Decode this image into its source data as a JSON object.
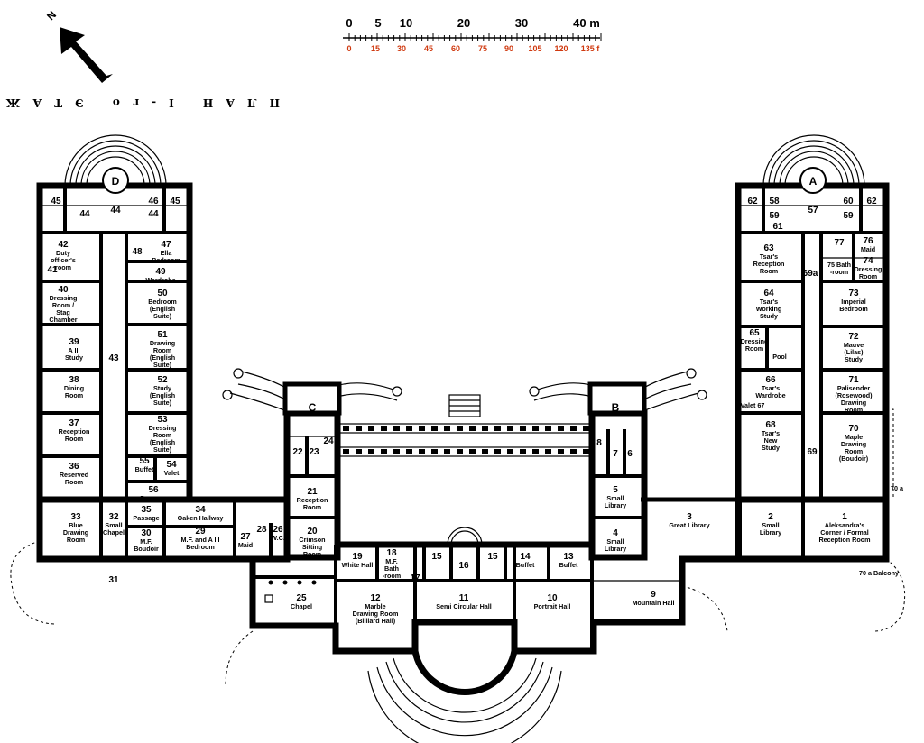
{
  "title": "ПЛАН I-го ЭТАЖА",
  "compass": {
    "label": "N",
    "icon": "north-arrow-icon"
  },
  "scale": {
    "metres": [
      "0",
      "5",
      "10",
      "20",
      "30",
      "40 m"
    ],
    "feet": [
      "0",
      "15",
      "30",
      "45",
      "60",
      "75",
      "90",
      "105",
      "120",
      "135 f"
    ],
    "feet_color": "#d03a10"
  },
  "wings": {
    "A": "A",
    "B": "B",
    "C": "C",
    "D": "D"
  },
  "rooms": {
    "r1": {
      "num": "1",
      "lines": [
        "Aleksandra's",
        "Corner / Formal",
        "Reception Room"
      ]
    },
    "r2": {
      "num": "2",
      "lines": [
        "Small",
        "Library"
      ]
    },
    "r3": {
      "num": "3",
      "lines": [
        "Great Library"
      ]
    },
    "r4": {
      "num": "4",
      "lines": [
        "Small",
        "Library"
      ]
    },
    "r5": {
      "num": "5",
      "lines": [
        "Small",
        "Library"
      ]
    },
    "r6": {
      "num": "6"
    },
    "r7": {
      "num": "7"
    },
    "r8": {
      "num": "8"
    },
    "r9": {
      "num": "9",
      "lines": [
        "Mountain Hall"
      ]
    },
    "r10": {
      "num": "10",
      "lines": [
        "Portrait Hall"
      ]
    },
    "r11": {
      "num": "11",
      "lines": [
        "Semi Circular Hall"
      ]
    },
    "r12": {
      "num": "12",
      "lines": [
        "Marble",
        "Drawing Room",
        "(Billiard Hall)"
      ]
    },
    "r13": {
      "num": "13",
      "lines": [
        "Buffet"
      ]
    },
    "r14": {
      "num": "14",
      "lines": [
        "Buffet"
      ]
    },
    "r15a": {
      "num": "15"
    },
    "r15b": {
      "num": "15"
    },
    "r16": {
      "num": "16"
    },
    "r17": {
      "num": "17"
    },
    "r18": {
      "num": "18",
      "lines": [
        "M.F.",
        "Bath",
        "-room"
      ]
    },
    "r19": {
      "num": "19",
      "lines": [
        "White Hall"
      ]
    },
    "r20": {
      "num": "20",
      "lines": [
        "Crimson",
        "Sitting",
        "Room"
      ]
    },
    "r21": {
      "num": "21",
      "lines": [
        "Reception",
        "Room"
      ]
    },
    "r22": {
      "num": "22"
    },
    "r23": {
      "num": "23"
    },
    "r24": {
      "num": "24"
    },
    "r25": {
      "num": "25",
      "lines": [
        "Chapel"
      ]
    },
    "r26": {
      "num": "26",
      "lines": [
        "W.C."
      ]
    },
    "r27": {
      "num": "27",
      "lines": [
        "Maid"
      ]
    },
    "r28": {
      "num": "28"
    },
    "r29": {
      "num": "29",
      "lines": [
        "M.F. and A III",
        "Bedroom"
      ]
    },
    "r30": {
      "num": "30",
      "lines": [
        "M.F.",
        "Boudoir"
      ]
    },
    "r31": {
      "num": "31"
    },
    "r32": {
      "num": "32",
      "lines": [
        "Small",
        "Chapel"
      ]
    },
    "r33": {
      "num": "33",
      "lines": [
        "Blue",
        "Drawing",
        "Room"
      ]
    },
    "r34": {
      "num": "34",
      "lines": [
        "Oaken Hallway"
      ]
    },
    "r35": {
      "num": "35",
      "lines": [
        "Passage"
      ]
    },
    "r36": {
      "num": "36",
      "lines": [
        "Reserved",
        "Room"
      ]
    },
    "r37": {
      "num": "37",
      "lines": [
        "Reception",
        "Room"
      ]
    },
    "r38": {
      "num": "38",
      "lines": [
        "Dining",
        "Room"
      ]
    },
    "r39": {
      "num": "39",
      "lines": [
        "A III",
        "Study"
      ]
    },
    "r40": {
      "num": "40",
      "lines": [
        "Dressing",
        "Room /",
        "Stag",
        "Chamber"
      ]
    },
    "r41": {
      "num": "41"
    },
    "r42": {
      "num": "42",
      "lines": [
        "Duty",
        "officer's",
        "room"
      ]
    },
    "r43": {
      "num": "43"
    },
    "r44a": {
      "num": "44"
    },
    "r44b": {
      "num": "44"
    },
    "r44c": {
      "num": "44"
    },
    "r45a": {
      "num": "45"
    },
    "r45b": {
      "num": "45"
    },
    "r46": {
      "num": "46"
    },
    "r47": {
      "num": "47",
      "lines": [
        "Ella",
        "Bedroom"
      ]
    },
    "r48": {
      "num": "48"
    },
    "r49": {
      "num": "49",
      "lines": [
        "Wardrobe"
      ]
    },
    "r50": {
      "num": "50",
      "lines": [
        "Bedroom",
        "(English",
        "Suite)"
      ]
    },
    "r51": {
      "num": "51",
      "lines": [
        "Drawing",
        "Room",
        "(English",
        "Suite)"
      ]
    },
    "r52": {
      "num": "52",
      "lines": [
        "Study",
        "(English",
        "Suite)"
      ]
    },
    "r53": {
      "num": "53",
      "lines": [
        "Dressing",
        "Room",
        "(English",
        "Suite)"
      ]
    },
    "r54": {
      "num": "54",
      "lines": [
        "Valet"
      ]
    },
    "r55": {
      "num": "55",
      "lines": [
        "Buffet"
      ]
    },
    "r56": {
      "num": "56",
      "lines": [
        "Passage"
      ]
    },
    "r57": {
      "num": "57"
    },
    "r58": {
      "num": "58"
    },
    "r59a": {
      "num": "59"
    },
    "r59b": {
      "num": "59"
    },
    "r60": {
      "num": "60"
    },
    "r61": {
      "num": "61"
    },
    "r62a": {
      "num": "62"
    },
    "r62b": {
      "num": "62"
    },
    "r63": {
      "num": "63",
      "lines": [
        "Tsar's",
        "Reception",
        "Room"
      ]
    },
    "r64": {
      "num": "64",
      "lines": [
        "Tsar's",
        "Working",
        "Study"
      ]
    },
    "r65": {
      "num": "65",
      "lines": [
        "Dressing",
        "Room"
      ]
    },
    "pool": {
      "lines": [
        "Pool"
      ]
    },
    "r66": {
      "num": "66",
      "lines": [
        "Tsar's",
        "Wardrobe"
      ]
    },
    "r67": {
      "lines": [
        "Valet 67"
      ]
    },
    "r68": {
      "num": "68",
      "lines": [
        "Tsar's",
        "New",
        "Study"
      ]
    },
    "r69": {
      "num": "69"
    },
    "r69a": {
      "num": "69a"
    },
    "r70": {
      "num": "70",
      "lines": [
        "Maple",
        "Drawing",
        "Room",
        "(Boudoir)"
      ]
    },
    "r70a": {
      "lines": [
        "70 a"
      ]
    },
    "r70balcony": {
      "lines": [
        "70 a Balcony"
      ]
    },
    "r71": {
      "num": "71",
      "lines": [
        "Palisender",
        "(Rosewood)",
        "Drawing",
        "Room"
      ]
    },
    "r72": {
      "num": "72",
      "lines": [
        "Mauve",
        "(Lilas)",
        "Study"
      ]
    },
    "r73": {
      "num": "73",
      "lines": [
        "Imperial",
        "Bedroom"
      ]
    },
    "r74": {
      "num": "74",
      "lines": [
        "Dressing",
        "Room"
      ]
    },
    "r75": {
      "lines": [
        "75 Bath",
        "-room"
      ]
    },
    "r76": {
      "num": "76",
      "lines": [
        "Maid"
      ]
    },
    "r77": {
      "num": "77"
    }
  }
}
